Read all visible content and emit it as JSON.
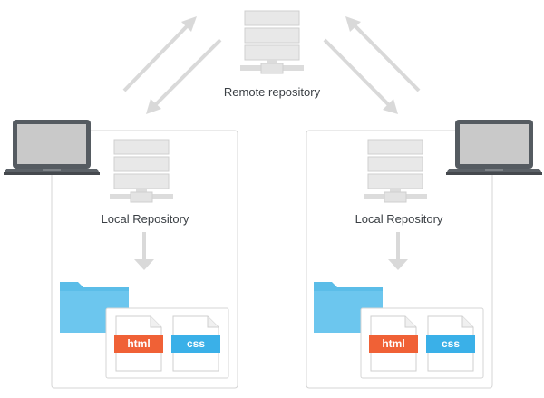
{
  "remote": {
    "label": "Remote repository"
  },
  "machines": [
    {
      "local_label": "Local Repository",
      "files": [
        {
          "name": "html",
          "color": "#f06136"
        },
        {
          "name": "css",
          "color": "#3ab0e8"
        }
      ]
    },
    {
      "local_label": "Local Repository",
      "files": [
        {
          "name": "html",
          "color": "#f06136"
        },
        {
          "name": "css",
          "color": "#3ab0e8"
        }
      ]
    }
  ],
  "colors": {
    "server_body": "#e8e8e8",
    "server_stroke": "#cfcfcf",
    "arrow": "#d9d9d9",
    "folder": "#5bbde8",
    "laptop_body": "#555b61",
    "laptop_screen": "#c9c9c9",
    "panel_stroke": "#d5d5d5"
  }
}
